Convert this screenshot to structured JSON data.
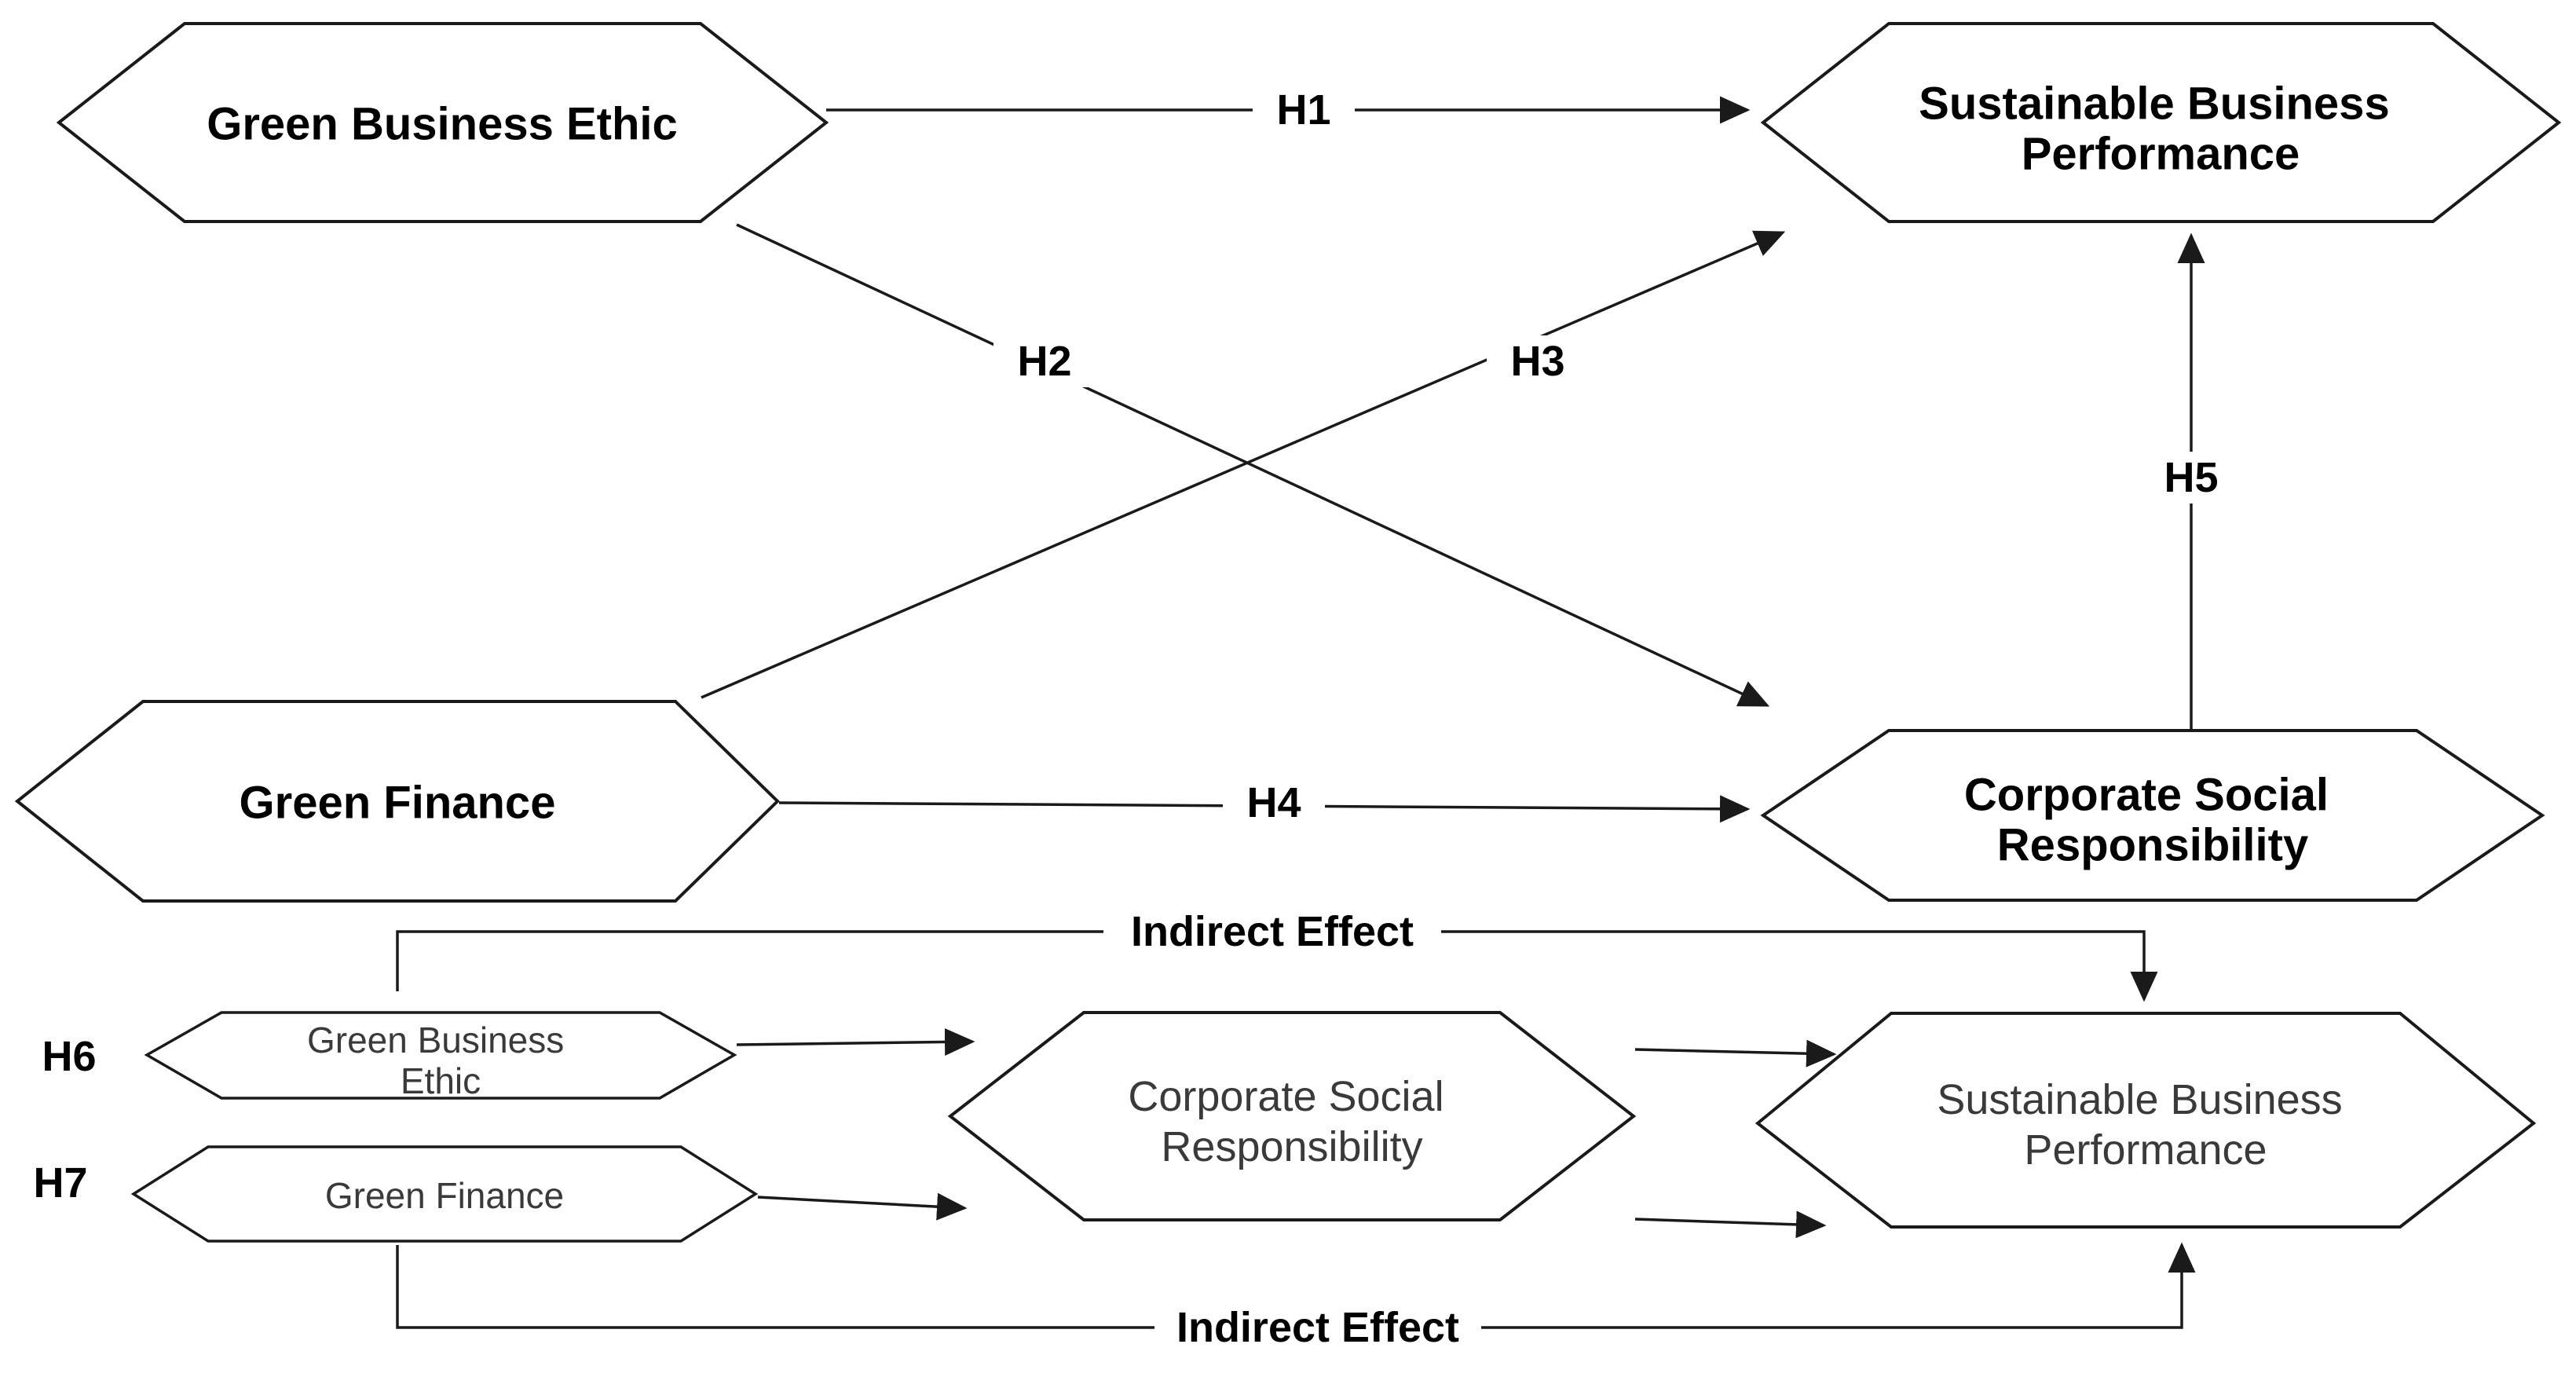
{
  "diagram": {
    "background_color": "#ffffff",
    "stroke_color": "#1a1a1a",
    "text_color_primary": "#000000",
    "text_color_secondary": "#3a3a3a",
    "top_model": {
      "green_business_ethic": {
        "label": "Green Business Ethic"
      },
      "sustainable_business_performance": {
        "line1": "Sustainable Business",
        "line2": "Performance"
      },
      "green_finance": {
        "label": "Green Finance"
      },
      "corporate_social_responsibility": {
        "line1": "Corporate Social",
        "line2": "Responsibility"
      }
    },
    "hypotheses": {
      "h1": {
        "label": "H1"
      },
      "h2": {
        "label": "H2"
      },
      "h3": {
        "label": "H3"
      },
      "h4": {
        "label": "H4"
      },
      "h5": {
        "label": "H5"
      },
      "h6": {
        "label": "H6"
      },
      "h7": {
        "label": "H7"
      }
    },
    "mediation_model": {
      "green_business_ethic": {
        "line1": "Green Business",
        "line2": "Ethic"
      },
      "green_finance": {
        "label": "Green Finance"
      },
      "corporate_social_responsibility": {
        "line1": "Corporate Social",
        "line2": "Responsibility"
      },
      "sustainable_business_performance": {
        "line1": "Sustainable Business",
        "line2": "Performance"
      }
    },
    "indirect_effect_top": {
      "label": "Indirect Effect"
    },
    "indirect_effect_bottom": {
      "label": "Indirect Effect"
    }
  }
}
